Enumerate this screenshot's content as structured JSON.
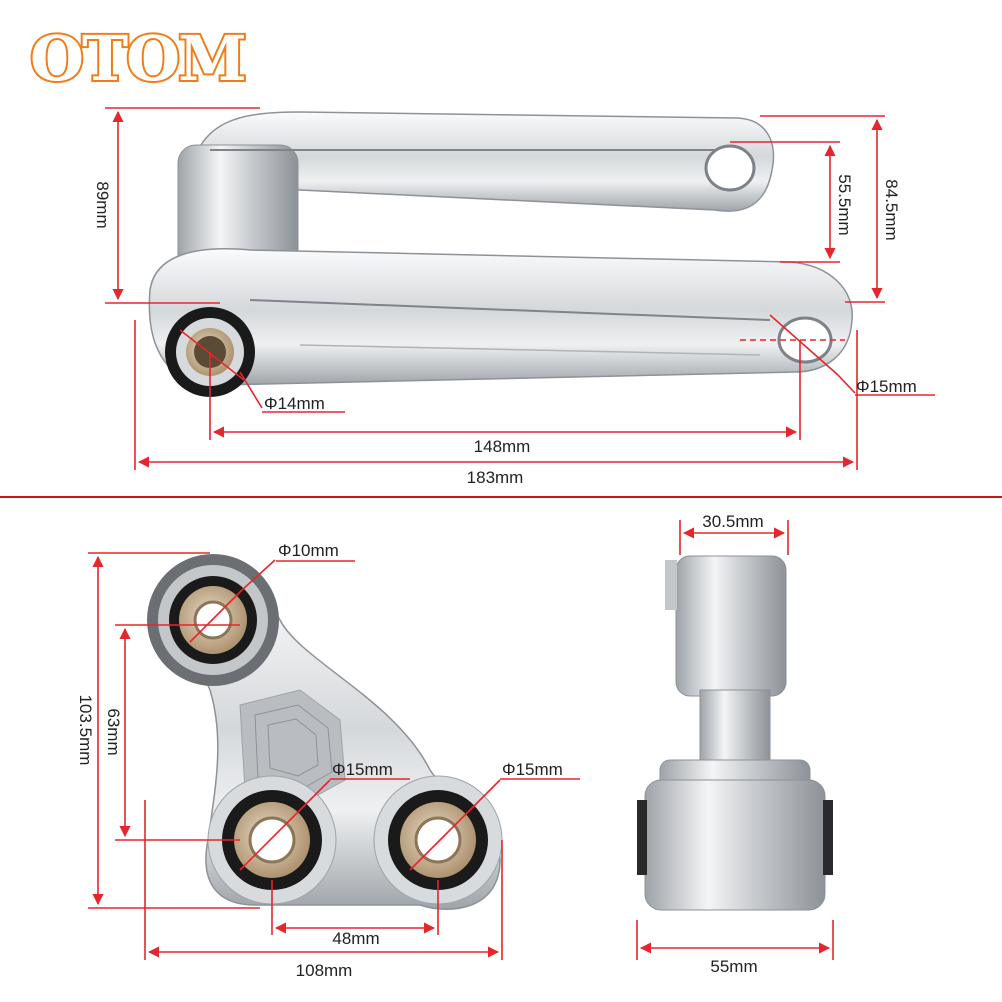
{
  "brand": {
    "logo_text": "OTOM",
    "logo_fill": "#ffffff",
    "logo_stroke": "#f07d19"
  },
  "colors": {
    "dimension_line": "#e5262c",
    "divider": "#c8141a",
    "aluminum_light": "#f2f3f4",
    "aluminum_mid": "#c9ccd0",
    "aluminum_dark": "#8d9298",
    "bearing_black": "#1a1a1a",
    "bushing_bronze": "#b79a76"
  },
  "top_view": {
    "height_total": "89mm",
    "hole_spacing_vertical": "55.5mm",
    "height_right": "84.5mm",
    "bearing_left": "Φ14mm",
    "bearing_right": "Φ15mm",
    "center_distance": "148mm",
    "overall_length": "183mm"
  },
  "triangle_view": {
    "top_bearing": "Φ10mm",
    "lower_left_bearing": "Φ15mm",
    "lower_right_bearing": "Φ15mm",
    "overall_height": "103.5mm",
    "vertical_spacing": "63mm",
    "horizontal_spacing": "48mm",
    "overall_width": "108mm"
  },
  "side_view": {
    "top_width": "30.5mm",
    "bottom_width": "55mm"
  }
}
